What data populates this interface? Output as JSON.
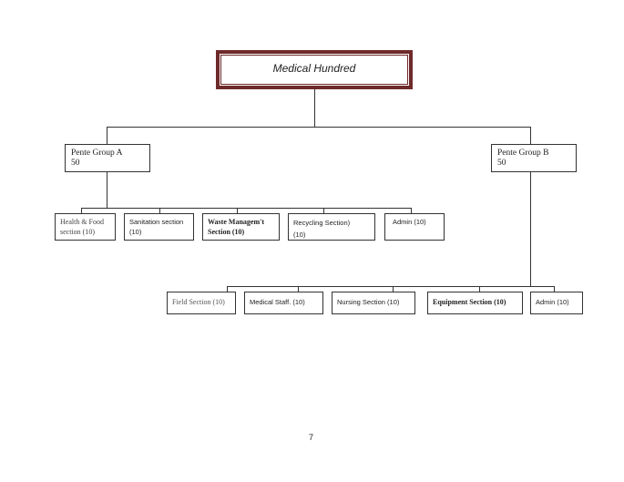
{
  "root": {
    "title": "Medical Hundred"
  },
  "group_a": {
    "name": "Pente Group A",
    "count": "50",
    "sections": [
      {
        "line1": "Health & Food",
        "line2": "section (10)"
      },
      {
        "line1": "Sanitation section",
        "line2": "(10)"
      },
      {
        "line1": "Waste Managem't",
        "line2": "Section (10)"
      },
      {
        "line1": "Recycling Section)",
        "line2": "(10)"
      },
      {
        "line1": "Admin  (10)",
        "line2": ""
      }
    ]
  },
  "group_b": {
    "name": "Pente Group B",
    "count": "50",
    "sections": [
      {
        "label": "Field Section (10)"
      },
      {
        "label": "Medical Staff.  (10)"
      },
      {
        "label": "Nursing Section  (10)"
      },
      {
        "label": "Equipment Section  (10)"
      },
      {
        "label": "Admin   (10)"
      }
    ]
  },
  "page_number": "7",
  "colors": {
    "root_border": "#6e2a2a",
    "lines": "#333333"
  }
}
